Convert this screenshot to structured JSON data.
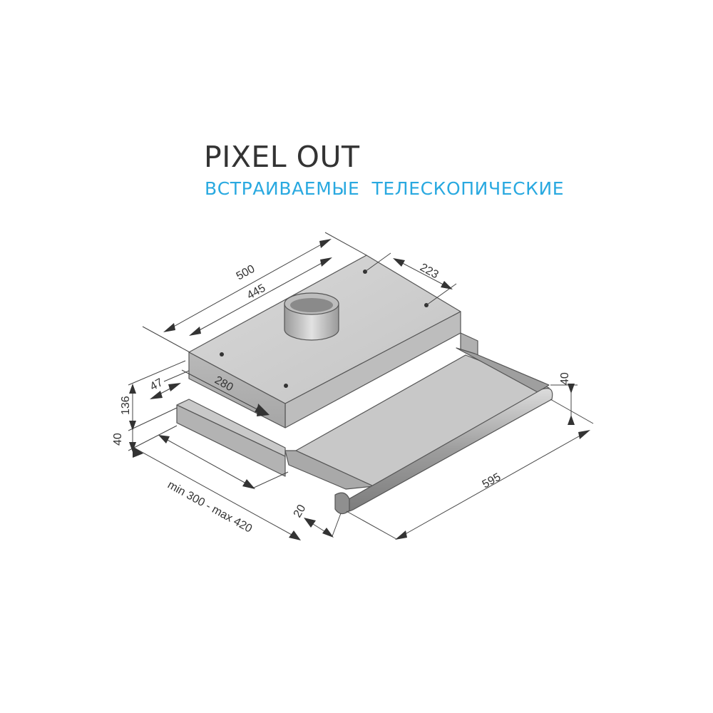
{
  "header": {
    "title": "PIXEL OUT",
    "subtitle": "ВСТРАИВАЕМЫЕ  ТЕЛЕСКОПИЧЕСКИЕ"
  },
  "colors": {
    "accent": "#29a9e0",
    "title": "#333333",
    "body_fill": "#c8c8c8",
    "body_stroke": "#555555",
    "dimension_line": "#444444"
  },
  "dimensions": {
    "depth_overall": "500",
    "depth_body": "445",
    "mount_spacing": "223",
    "front_offset": "280",
    "side_offset": "47",
    "height": "136",
    "slide_thickness": "40",
    "visor_height": "40",
    "width": "595",
    "extension_range": "min 300 - max 420",
    "visor_depth": "20"
  }
}
